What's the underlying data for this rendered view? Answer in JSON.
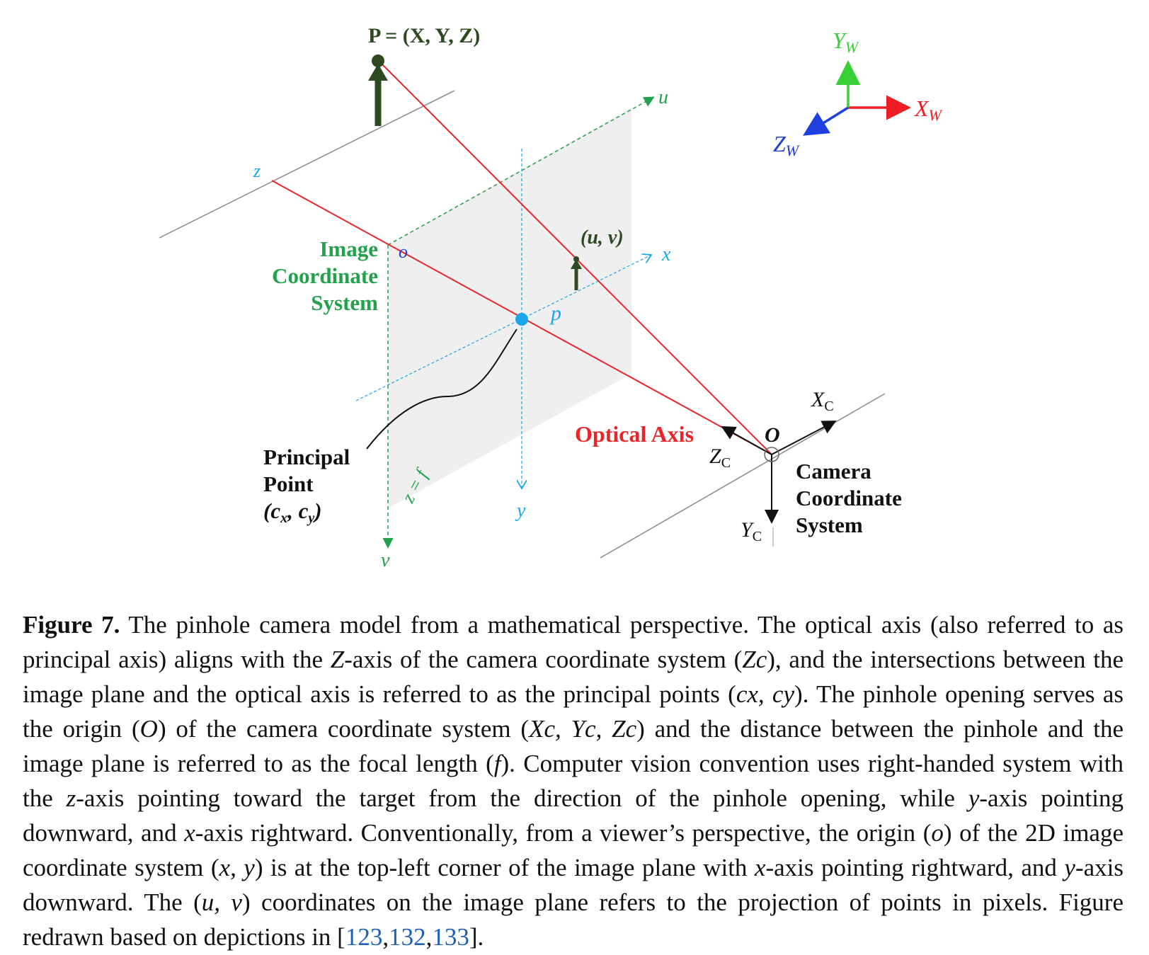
{
  "figure": {
    "point_label": "P = (X, Y, Z)",
    "axis_u": "u",
    "axis_x": "x",
    "axis_y": "y",
    "axis_v": "v",
    "axis_z": "z",
    "origin_o": "o",
    "focal": "z = f",
    "uv_label": "(u, v)",
    "p_label": "p",
    "image_cs": [
      "Image",
      "Coordinate",
      "System"
    ],
    "principal": [
      "Principal",
      "Point",
      "(c",
      "x",
      ", c",
      "y",
      ")"
    ],
    "optical_axis": "Optical Axis",
    "origin_O": "O",
    "Zc": [
      "Z",
      "C"
    ],
    "Yc": [
      "Y",
      "C"
    ],
    "Xc": [
      "X",
      "C"
    ],
    "camera_cs": [
      "Camera",
      "Coordinate",
      "System"
    ],
    "world": {
      "Yw": [
        "Y",
        "W"
      ],
      "Xw": [
        "X",
        "W"
      ],
      "Zw": [
        "Z",
        "W"
      ]
    },
    "colors": {
      "red": "#e8262a",
      "green": "#22a24a",
      "blue": "#1aa7e8",
      "darkgreen": "#2d4a22",
      "world_x": "#ee1c24",
      "world_y": "#39d035",
      "world_z": "#1f3fe0"
    }
  },
  "caption": {
    "label": "Figure 7.",
    "s1": " The pinhole camera model from a mathematical perspective. The optical axis (also referred to as principal axis) aligns with the ",
    "z_axis": "Z",
    "s2": "-axis of the camera coordinate system (",
    "zc1": "Zc",
    "s3": "), and the intersections between the image plane and the optical axis is referred to as the principal points (",
    "cxcy": "cx, cy",
    "s4": "). The pinhole opening serves as the origin (",
    "O": "O",
    "s5": ") of the camera coordinate system (",
    "xyz_c": "Xc, Yc, Zc",
    "s6": ") and the distance between the pinhole and the image plane is referred to as the focal length (",
    "f": "f",
    "s7": "). Computer vision convention uses right-handed system with the ",
    "z": "z",
    "s8": "-axis pointing toward the target from the direction of the pinhole opening, while ",
    "y": "y",
    "s9": "-axis pointing downward, and ",
    "x": "x",
    "s10": "-axis rightward. Conventionally, from a viewer’s perspective, the origin (",
    "o": "o",
    "s11": ") of the 2D image coordinate system (",
    "xy": "x, y",
    "s12": ") is at the top-left corner of the image plane with ",
    "x2": "x",
    "s13": "-axis pointing rightward, and ",
    "y2": "y",
    "s14": "-axis downward. The (",
    "uv": "u, v",
    "s15": ") coordinates on the image plane refers to the projection of points in pixels. Figure redrawn based on depictions in [",
    "ref1": "123",
    "comma1": ",",
    "ref2": "132",
    "comma2": ",",
    "ref3": "133",
    "end": "]."
  }
}
